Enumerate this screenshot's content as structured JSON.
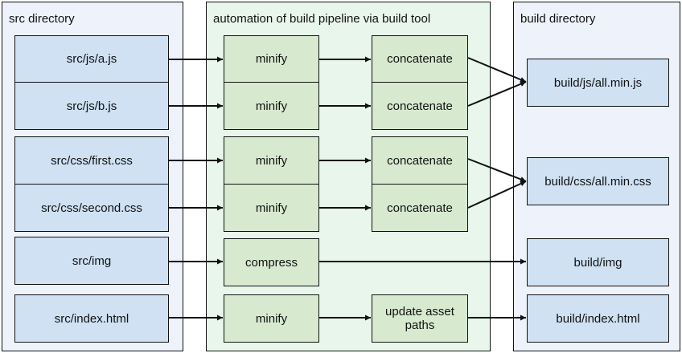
{
  "panels": {
    "src_title": "src directory",
    "pipeline_title": "automation of build pipeline via build tool",
    "build_title": "build directory"
  },
  "src": {
    "a_js": "src/js/a.js",
    "b_js": "src/js/b.js",
    "first_css": "src/css/first.css",
    "second_css": "src/css/second.css",
    "img": "src/img",
    "index_html": "src/index.html"
  },
  "steps": {
    "minify_a": "minify",
    "minify_b": "minify",
    "minify_first": "minify",
    "minify_second": "minify",
    "compress_img": "compress",
    "minify_html": "minify",
    "concat_a": "concatenate",
    "concat_b": "concatenate",
    "concat_first": "concatenate",
    "concat_second": "concatenate",
    "update_paths": "update asset paths"
  },
  "build": {
    "all_min_js": "build/js/all.min.js",
    "all_min_css": "build/css/all.min.css",
    "img": "build/img",
    "index_html": "build/index.html"
  },
  "colors": {
    "panel_blue": "#eef3fb",
    "panel_green": "#e8f6ec",
    "box_blue": "#cfe1f3",
    "box_green": "#d7ead0"
  }
}
